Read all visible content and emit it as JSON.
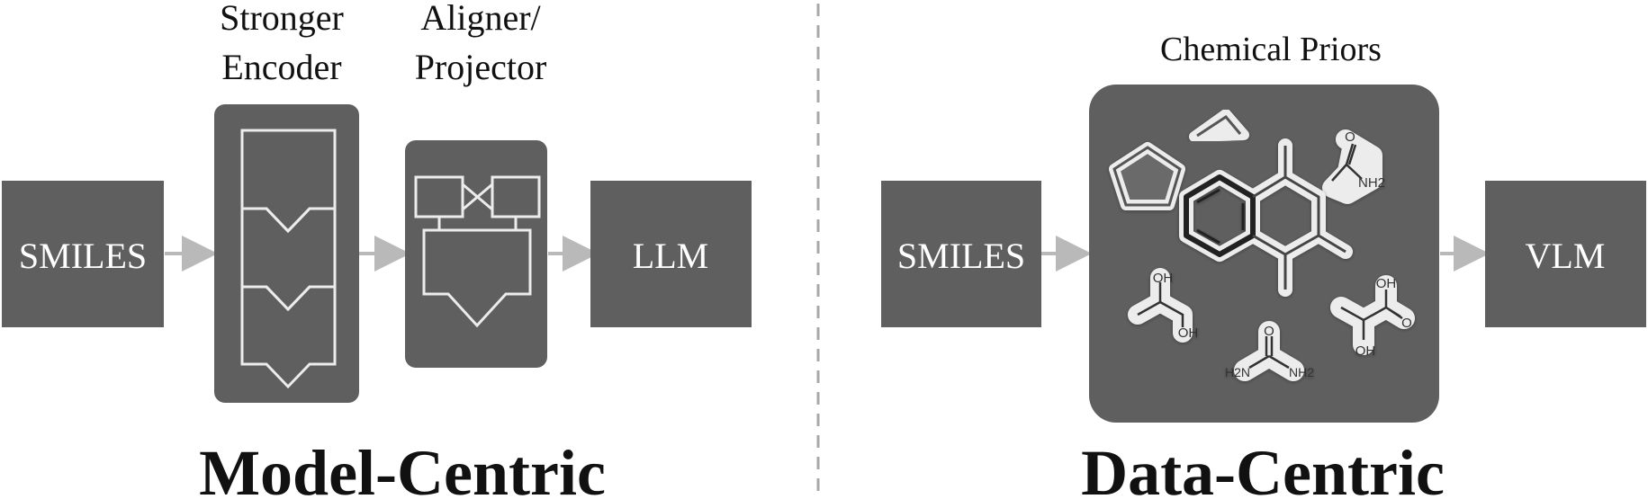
{
  "model_centric": {
    "input_label": "SMILES",
    "encoder_label_line1": "Stronger",
    "encoder_label_line2": "Encoder",
    "aligner_label_line1": "Aligner/",
    "aligner_label_line2": "Projector",
    "output_label": "LLM",
    "title": "Model-Centric"
  },
  "data_centric": {
    "input_label": "SMILES",
    "priors_label": "Chemical Priors",
    "output_label": "VLM",
    "title": "Data-Centric",
    "molecule_atoms": {
      "amide_nh2": "NH2",
      "amide_o": "O",
      "diol_oh_top": "OH",
      "diol_oh_bottom": "OH",
      "urea_o": "O",
      "urea_h2n": "H2N",
      "urea_nh2": "NH2",
      "acid_oh_top": "OH",
      "acid_o": "O",
      "acid_oh_bottom": "OH"
    }
  },
  "colors": {
    "box_fill": "#5f5f5f",
    "arrow": "#b9b9b9",
    "outline": "#ececec",
    "divider": "#a8a8a8"
  }
}
